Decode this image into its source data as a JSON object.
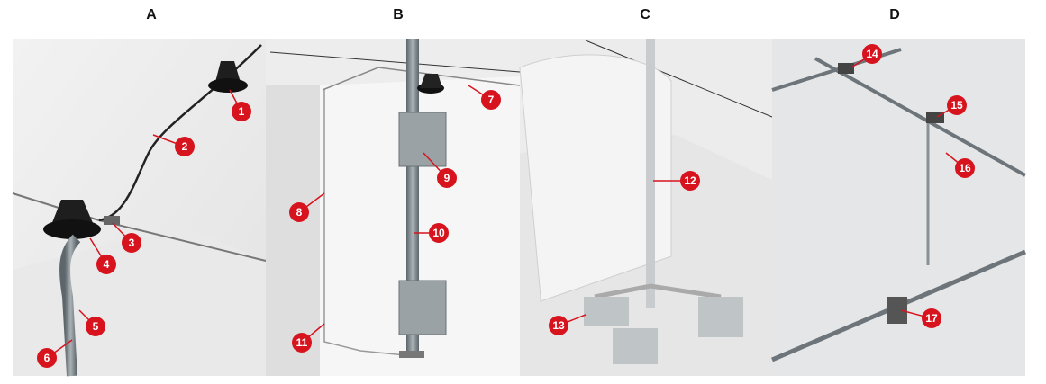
{
  "panels": [
    {
      "label": "A"
    },
    {
      "label": "B"
    },
    {
      "label": "C"
    },
    {
      "label": "D"
    }
  ],
  "callouts": [
    "1",
    "2",
    "3",
    "4",
    "5",
    "6",
    "7",
    "8",
    "9",
    "10",
    "11",
    "12",
    "13",
    "14",
    "15",
    "16",
    "17"
  ],
  "colors": {
    "callout": "#d7141e",
    "metal": "#8a9196",
    "support": "#222222"
  }
}
